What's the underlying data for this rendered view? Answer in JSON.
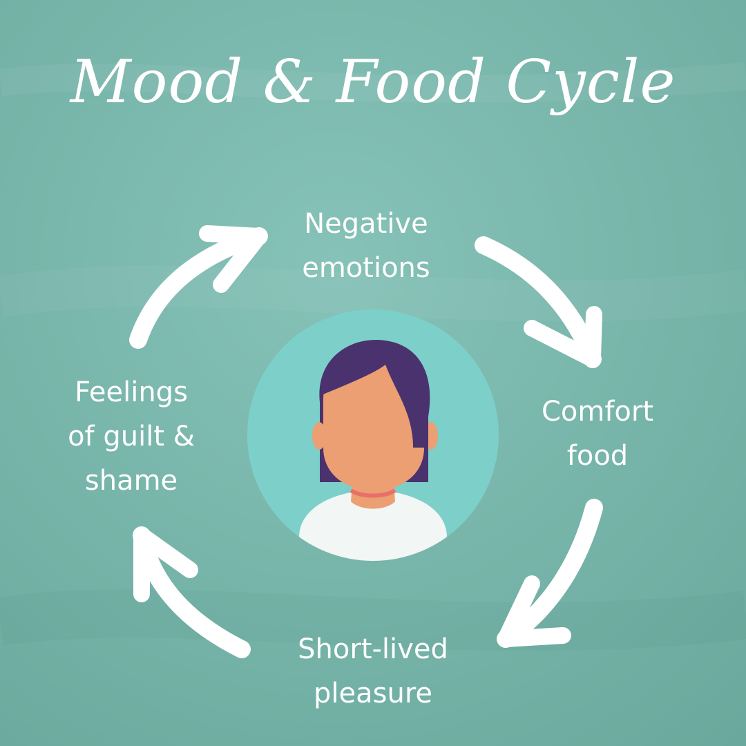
{
  "title": "Mood & Food Cycle",
  "cycle": {
    "nodes": [
      "Negative\nemotions",
      "Comfort\nfood",
      "Short-lived\npleasure",
      "Feelings\nof guilt &\nshame"
    ]
  },
  "colors": {
    "background": "#7ab8ad",
    "avatar_circle": "#7dd0c9",
    "hair": "#4a326e",
    "skin": "#ec9f72",
    "shirt": "#f2f6f5",
    "text": "#ffffff"
  },
  "icons": [
    "person-avatar-icon",
    "curved-arrow-icon"
  ]
}
